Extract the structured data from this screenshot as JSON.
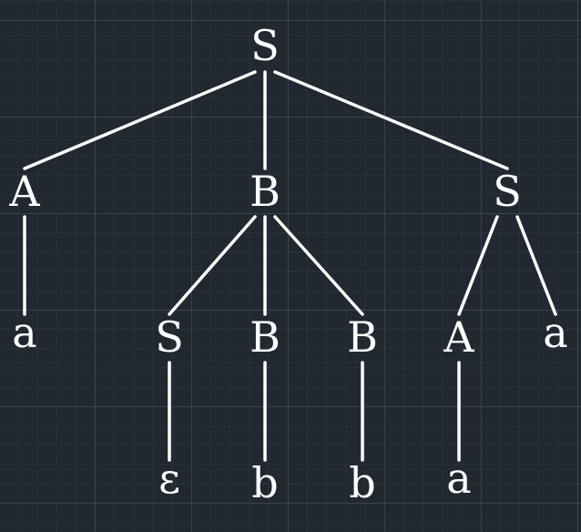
{
  "colors": {
    "background": "#212830",
    "grid": "#3a4450",
    "stroke": "#ffffff",
    "text": "#ffffff"
  },
  "tree": {
    "nodes": [
      {
        "id": "n1",
        "label": "S",
        "parent": null
      },
      {
        "id": "n2",
        "label": "A",
        "parent": "n1"
      },
      {
        "id": "n3",
        "label": "B",
        "parent": "n1"
      },
      {
        "id": "n4",
        "label": "S",
        "parent": "n1"
      },
      {
        "id": "n5",
        "label": "a",
        "parent": "n2"
      },
      {
        "id": "n6",
        "label": "S",
        "parent": "n3"
      },
      {
        "id": "n7",
        "label": "B",
        "parent": "n3"
      },
      {
        "id": "n8",
        "label": "B",
        "parent": "n3"
      },
      {
        "id": "n9",
        "label": "A",
        "parent": "n4"
      },
      {
        "id": "n10",
        "label": "a",
        "parent": "n4"
      },
      {
        "id": "n11",
        "label": "ε",
        "parent": "n6"
      },
      {
        "id": "n12",
        "label": "b",
        "parent": "n7"
      },
      {
        "id": "n13",
        "label": "b",
        "parent": "n8"
      },
      {
        "id": "n14",
        "label": "a",
        "parent": "n9"
      }
    ]
  }
}
